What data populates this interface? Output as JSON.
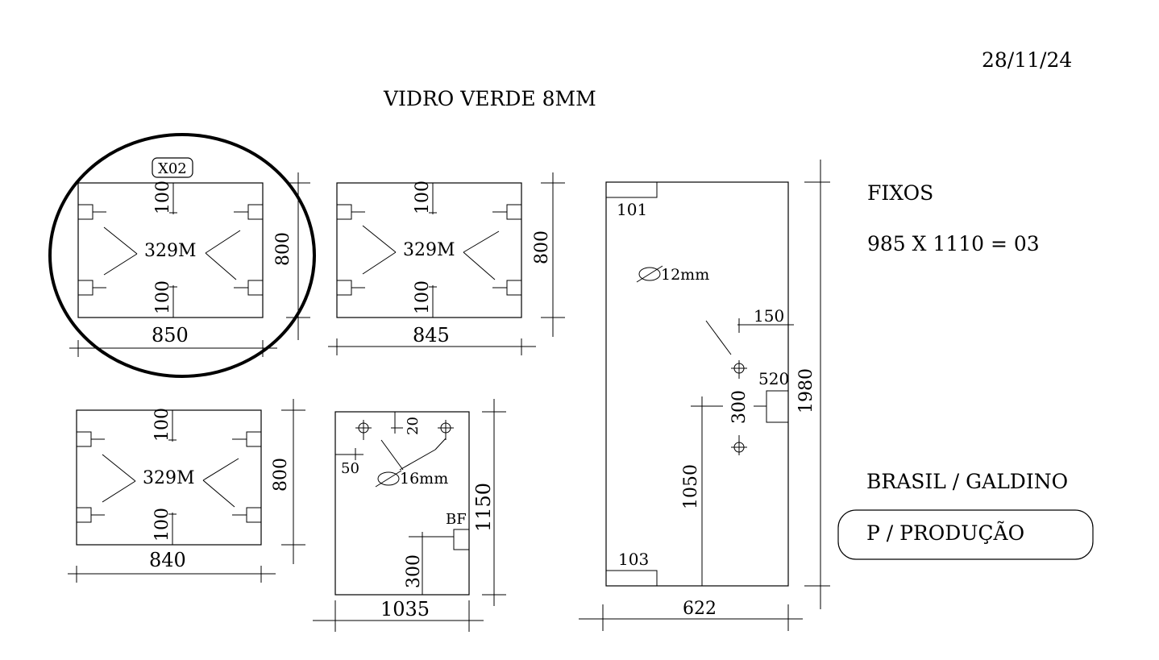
{
  "header": {
    "date": "28/11/24",
    "title": "VIDRO  VERDE 8MM"
  },
  "panels": {
    "p1": {
      "tag": "X02",
      "hole_label": "329M",
      "top_offset": "100",
      "bottom_offset": "100",
      "height": "800",
      "width": "850"
    },
    "p2": {
      "hole_label": "329M",
      "top_offset": "100",
      "bottom_offset": "100",
      "height": "800",
      "width": "845"
    },
    "p3": {
      "hole_label": "329M",
      "top_offset": "100",
      "bottom_offset": "100",
      "height": "800",
      "width": "840"
    },
    "p4": {
      "dim_20": "20",
      "dim_50": "50",
      "hole": "16mm",
      "marker": "BF",
      "dim_300": "300",
      "height": "1150",
      "width": "1035"
    },
    "p5": {
      "notch_top": "101",
      "hole": "12mm",
      "dim_150": "150",
      "dim_520": "520",
      "dim_300": "300",
      "dim_1050": "1050",
      "notch_bottom": "103",
      "height": "1980",
      "width": "622"
    }
  },
  "notes": {
    "fixos_title": "FIXOS",
    "fixos_spec": "985 X 1110 = 03",
    "client": "BRASIL / GALDINO",
    "status": "P / PRODUÇÃO"
  }
}
